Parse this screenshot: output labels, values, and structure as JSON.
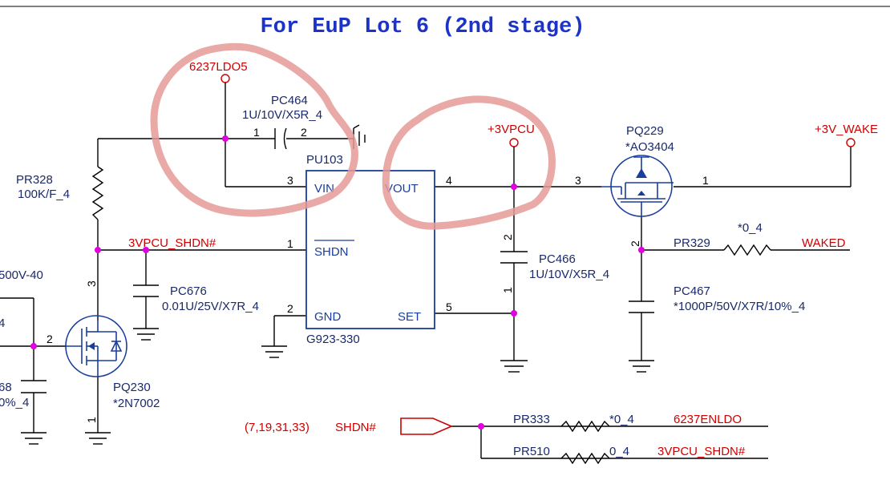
{
  "title": "For EuP Lot 6 (2nd stage)",
  "rails": {
    "ldo5": "6237LDO5",
    "vpcu": "+3VPCU",
    "wake": "+3V_WAKE"
  },
  "components": {
    "pc464": {
      "ref": "PC464",
      "value": "1U/10V/X5R_4",
      "pin1": "1",
      "pin2": "2"
    },
    "pr328": {
      "ref": "PR328",
      "value": "100K/F_4"
    },
    "pu103": {
      "ref": "PU103",
      "part": "G923-330",
      "vin": "VIN",
      "vout": "VOUT",
      "shdn": "SHDN",
      "gnd": "GND",
      "set": "SET",
      "p_vin": "3",
      "p_vout": "4",
      "p_shdn": "1",
      "p_gnd": "2",
      "p_set": "5"
    },
    "pc466": {
      "ref": "PC466",
      "value": "1U/10V/X5R_4",
      "pin_top": "2",
      "pin_bot": "1"
    },
    "pc676": {
      "ref": "PC676",
      "value": "0.01U/25V/X7R_4"
    },
    "pq229": {
      "ref": "PQ229",
      "part": "*AO3404",
      "p3": "3",
      "p1": "1",
      "p2": "2"
    },
    "pr329": {
      "ref": "PR329",
      "value": "*0_4"
    },
    "pc467": {
      "ref": "PC467",
      "value": "*1000P/50V/X7R/10%_4"
    },
    "pq230": {
      "ref": "PQ230",
      "part": "*2N7002",
      "p3": "3",
      "p2": "2",
      "p1": "1"
    },
    "pr333": {
      "ref": "PR333",
      "value": "*0_4"
    },
    "pr510": {
      "ref": "PR510",
      "value": "0_4"
    },
    "partial_left": {
      "top": "500V-40",
      "mid": "4",
      "c1": "68",
      "c2": "0%_4"
    }
  },
  "nets": {
    "shdn_net": "3VPCU_SHDN#",
    "waked": "WAKED",
    "port_refs": "(7,19,31,33)",
    "port_name": "SHDN#",
    "enldo": "6237ENLDO",
    "shdn_out": "3VPCU_SHDN#"
  }
}
